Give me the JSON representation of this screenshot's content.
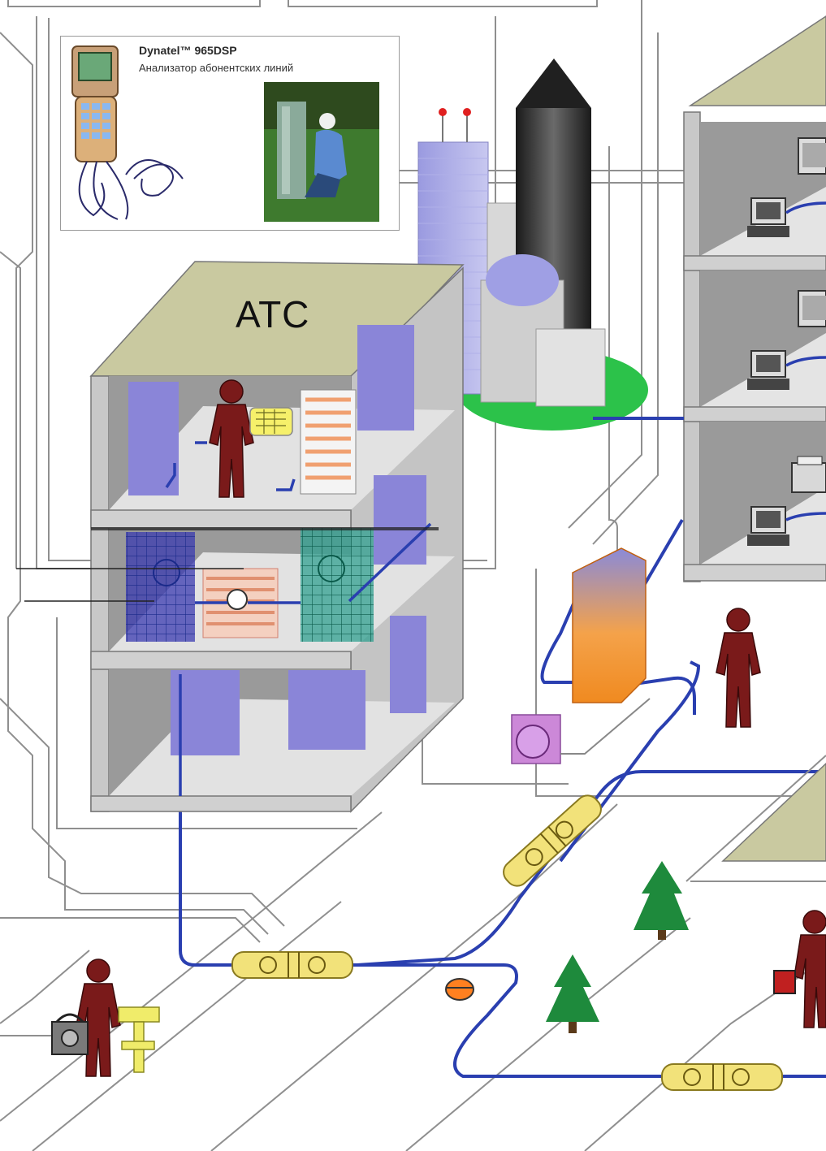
{
  "product": {
    "name": "Dynatel™ 965DSP",
    "description": "Анализатор абонентских линий"
  },
  "exchange": {
    "label": "АТС"
  },
  "colors": {
    "cable": "#2a3fb0",
    "wire": "#8a8a8a",
    "roof": "#c9c9a0",
    "equipment": "#8a85d8",
    "person": "#7a1a1a",
    "splice": "#f2e27a",
    "tree": "#1e8a3c",
    "green_base": "#2cc24a",
    "cabinet": "#f0962a"
  },
  "icons": [
    "person-icon",
    "computer-icon",
    "tree-icon",
    "splice-closure-icon",
    "cable-tester-icon"
  ]
}
